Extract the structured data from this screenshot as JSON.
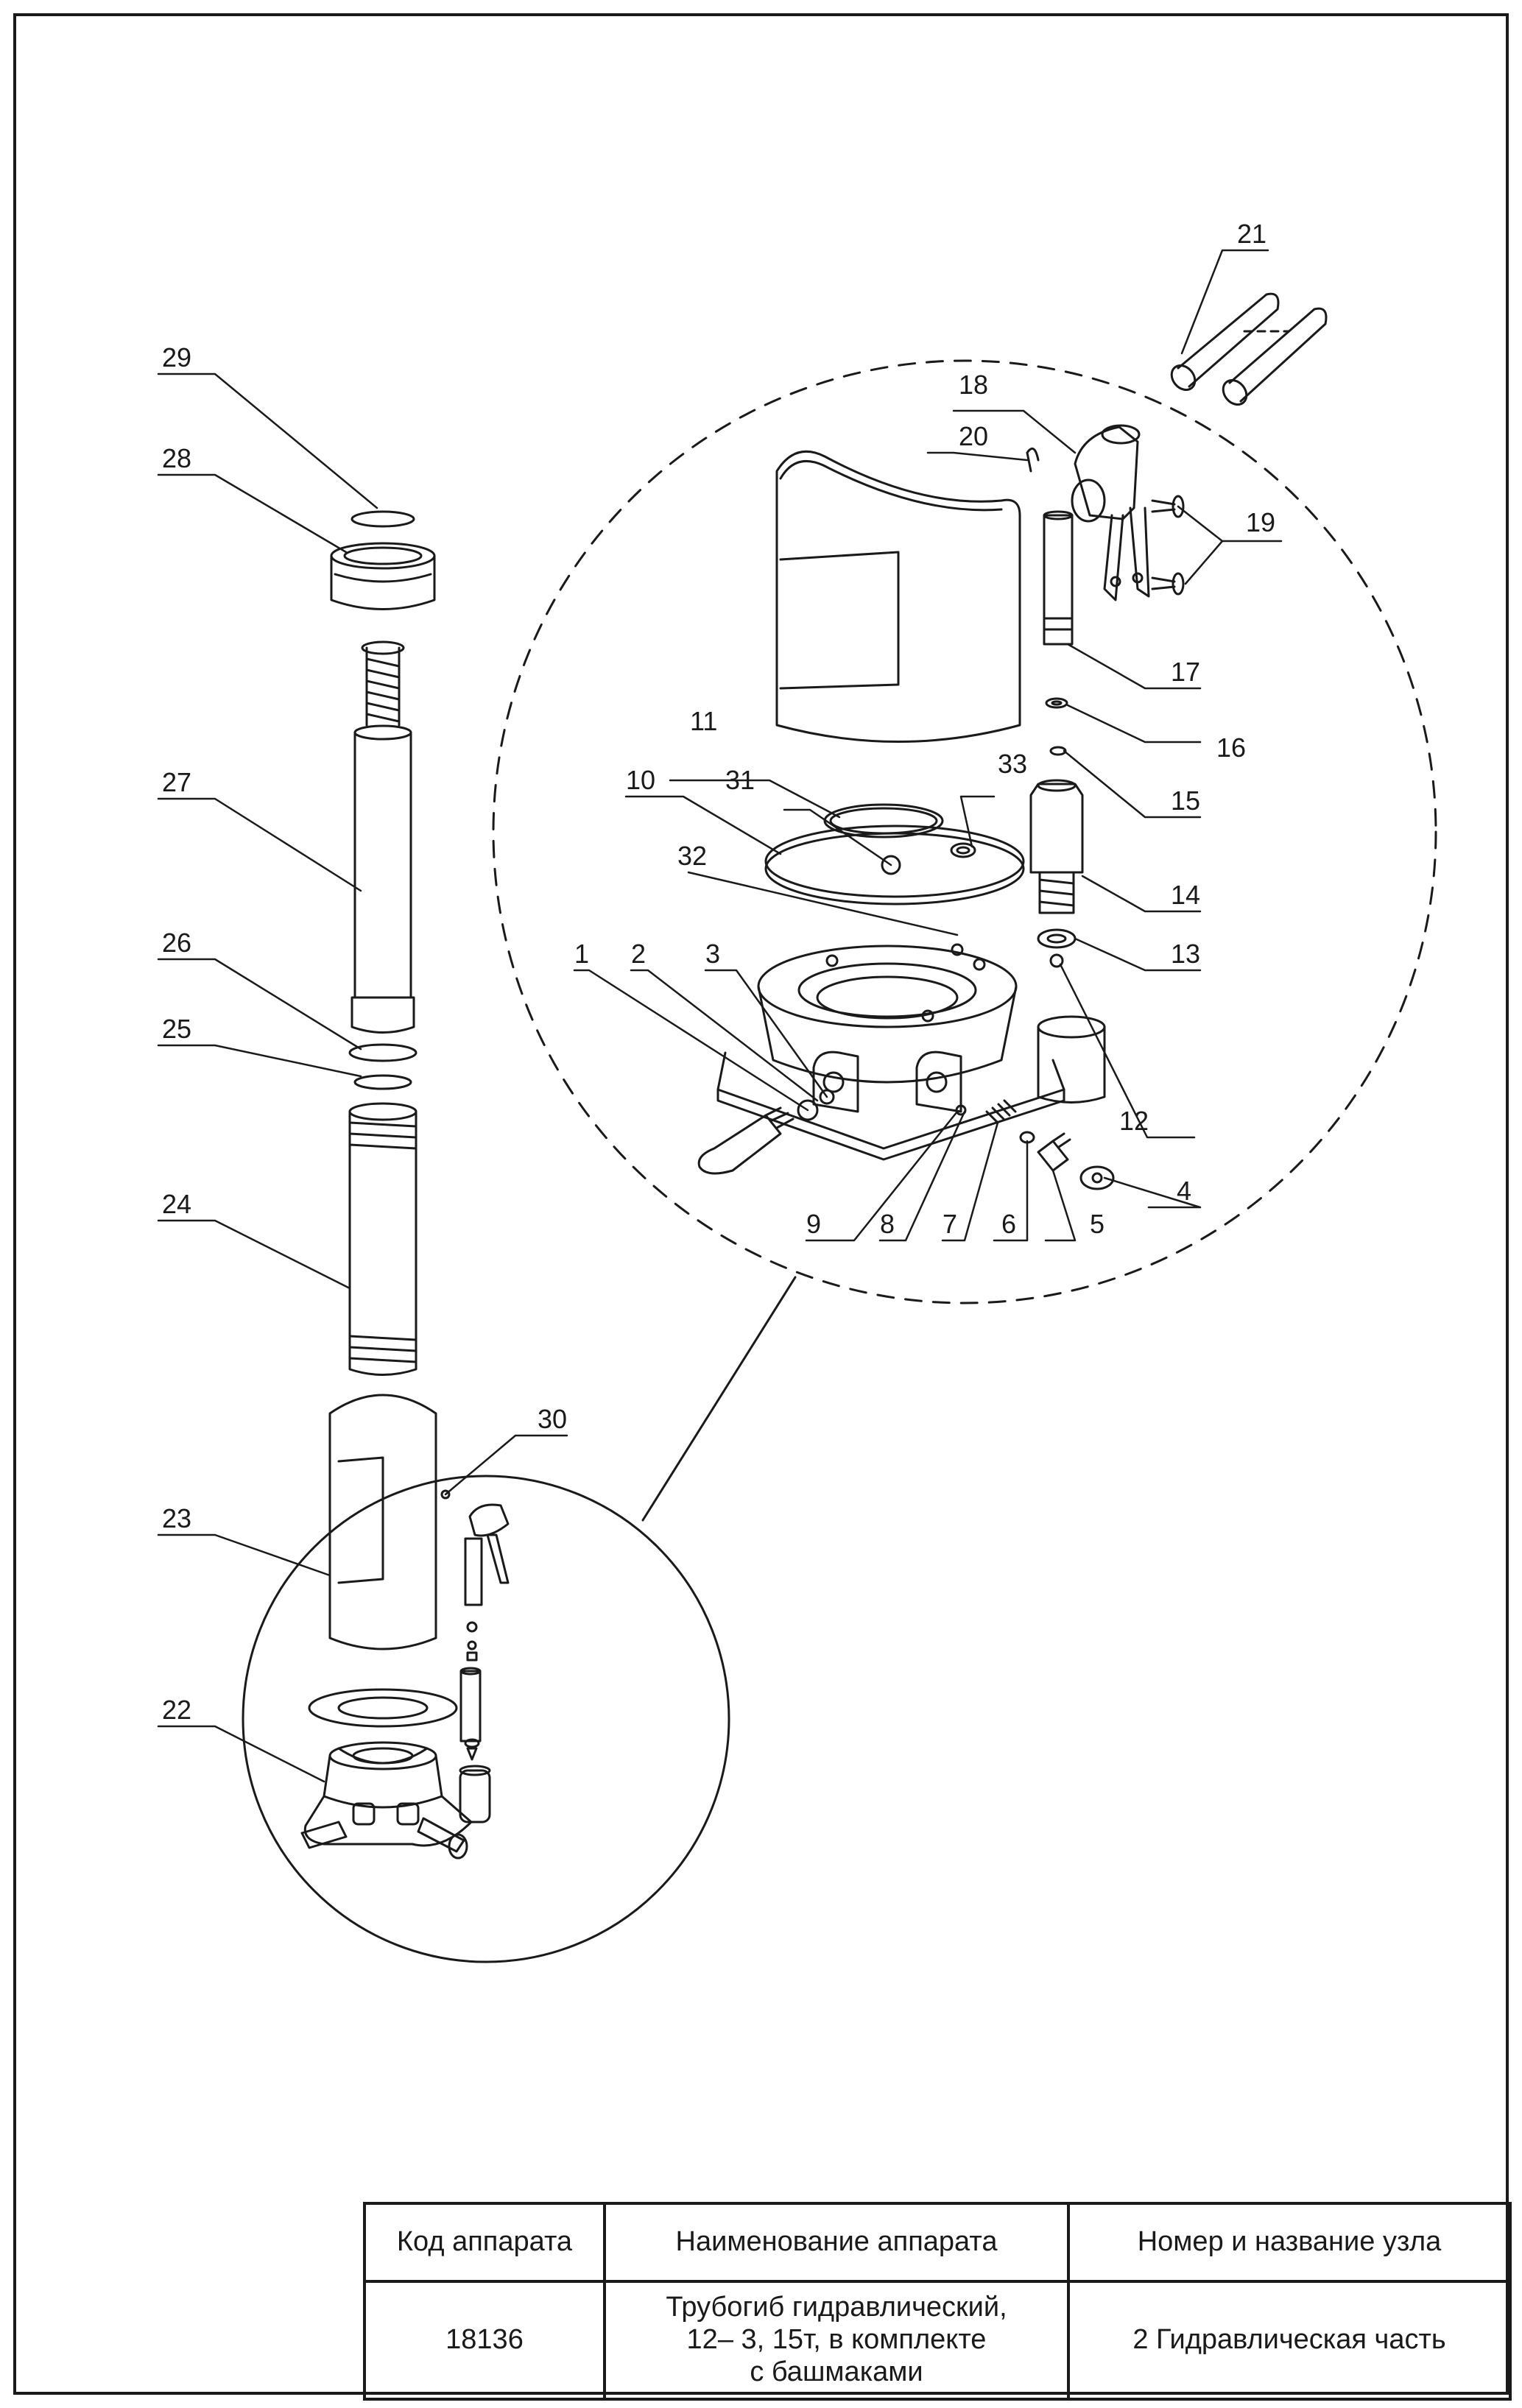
{
  "callouts": [
    "1",
    "2",
    "3",
    "4",
    "5",
    "6",
    "7",
    "8",
    "9",
    "10",
    "11",
    "12",
    "13",
    "14",
    "15",
    "16",
    "17",
    "18",
    "19",
    "20",
    "21",
    "22",
    "23",
    "24",
    "25",
    "26",
    "27",
    "28",
    "29",
    "30",
    "31",
    "32",
    "33"
  ],
  "table": {
    "headers": {
      "code": "Код аппарата",
      "name": "Наименование аппарата",
      "unit": "Номер и название узла"
    },
    "values": {
      "code": "18136",
      "name": "Трубогиб гидравлический,\n12– 3, 15т, в комплекте\nс башмаками",
      "unit": "2 Гидравлическая часть"
    }
  }
}
